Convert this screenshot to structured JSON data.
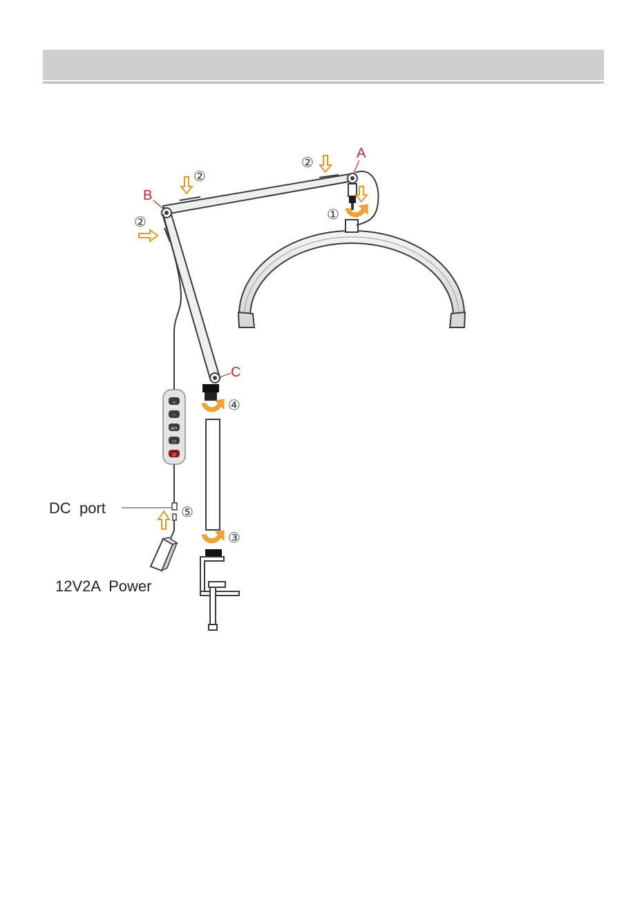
{
  "header": {
    "title": ""
  },
  "diagram": {
    "joints": {
      "a": "A",
      "b": "B",
      "c": "C"
    },
    "steps": {
      "s1": "①",
      "s2": "②",
      "s3": "③",
      "s4": "④",
      "s5": "⑤"
    },
    "callouts": {
      "dc_port": "DC  port",
      "power": "12V2A  Power"
    },
    "controller_buttons": [
      "☼",
      "−",
      "W/Y",
      "▢",
      "⏻"
    ]
  },
  "colors": {
    "joint_label": "#d4202a",
    "arrow": "#e8961e",
    "line": "#3a3a3a",
    "header": "#cfcfcf"
  }
}
